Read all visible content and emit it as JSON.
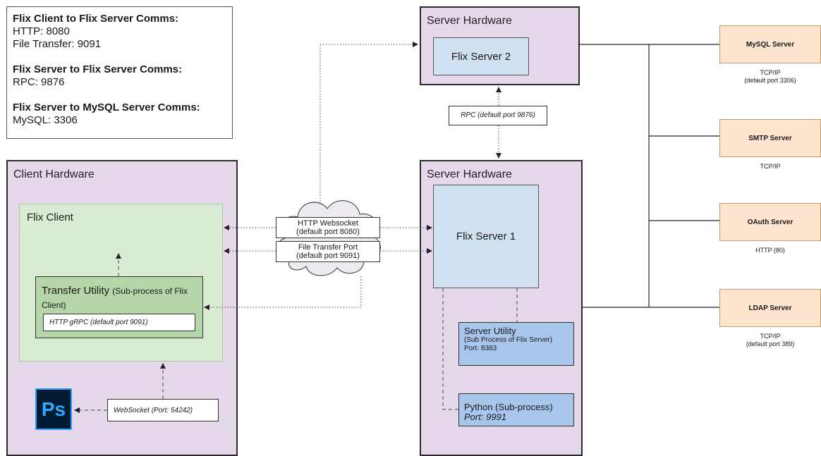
{
  "legend": [
    {
      "heading": "Flix Client to Flix Server Comms:",
      "lines": [
        "HTTP: 8080",
        "File Transfer: 9091"
      ]
    },
    {
      "heading": "Flix Server to Flix Server Comms:",
      "lines": [
        "RPC: 9876"
      ]
    },
    {
      "heading": "Flix Server to MySQL Server Comms:",
      "lines": [
        "MySQL: 3306"
      ]
    }
  ],
  "client_hardware": {
    "title": "Client Hardware",
    "flix_client": "Flix Client",
    "transfer_utility": {
      "title": "Transfer Utility",
      "subtitle": "(Sub-process of Flix Client)",
      "inner": "HTTP gRPC (default port 9091)"
    },
    "websocket": "WebSocket (Port: 54242)",
    "photoshop_icon": "photoshop-icon",
    "photoshop_label": "Ps"
  },
  "server_hardware_top": {
    "title": "Server Hardware",
    "flix_server": "Flix Server 2"
  },
  "server_hardware_main": {
    "title": "Server Hardware",
    "flix_server": "Flix Server 1",
    "server_utility": {
      "title": "Server Utility",
      "subtitle": "(Sub Process of Flix Server)",
      "port": "Port: 8383"
    },
    "python": {
      "title": "Python (Sub-process)",
      "port": "Port: 9991"
    }
  },
  "rpc_label": "RPC (default port 9876)",
  "connections": {
    "websocket": [
      "HTTP Websocket",
      "(default port 8080)"
    ],
    "file_transfer": [
      "File Transfer Port",
      "(default port 9091)"
    ]
  },
  "external_servers": [
    {
      "name": "MySQL Server",
      "notes": [
        "TCP/IP",
        "(default port 3306)"
      ]
    },
    {
      "name": "SMTP Server",
      "notes": [
        "TCP/IP"
      ]
    },
    {
      "name": "OAuth Server",
      "notes": [
        "HTTP (80)"
      ]
    },
    {
      "name": "LDAP Server",
      "notes": [
        "TCP/IP",
        "(default port 389)"
      ]
    }
  ],
  "colors": {
    "hardware": "#e4d8ea",
    "flix_client": "#d9ecd3",
    "transfer_utility": "#b5d6a8",
    "flix_server": "#cfe0f1",
    "sub_process": "#a8c6ec",
    "external_server": "#fce4cf"
  }
}
